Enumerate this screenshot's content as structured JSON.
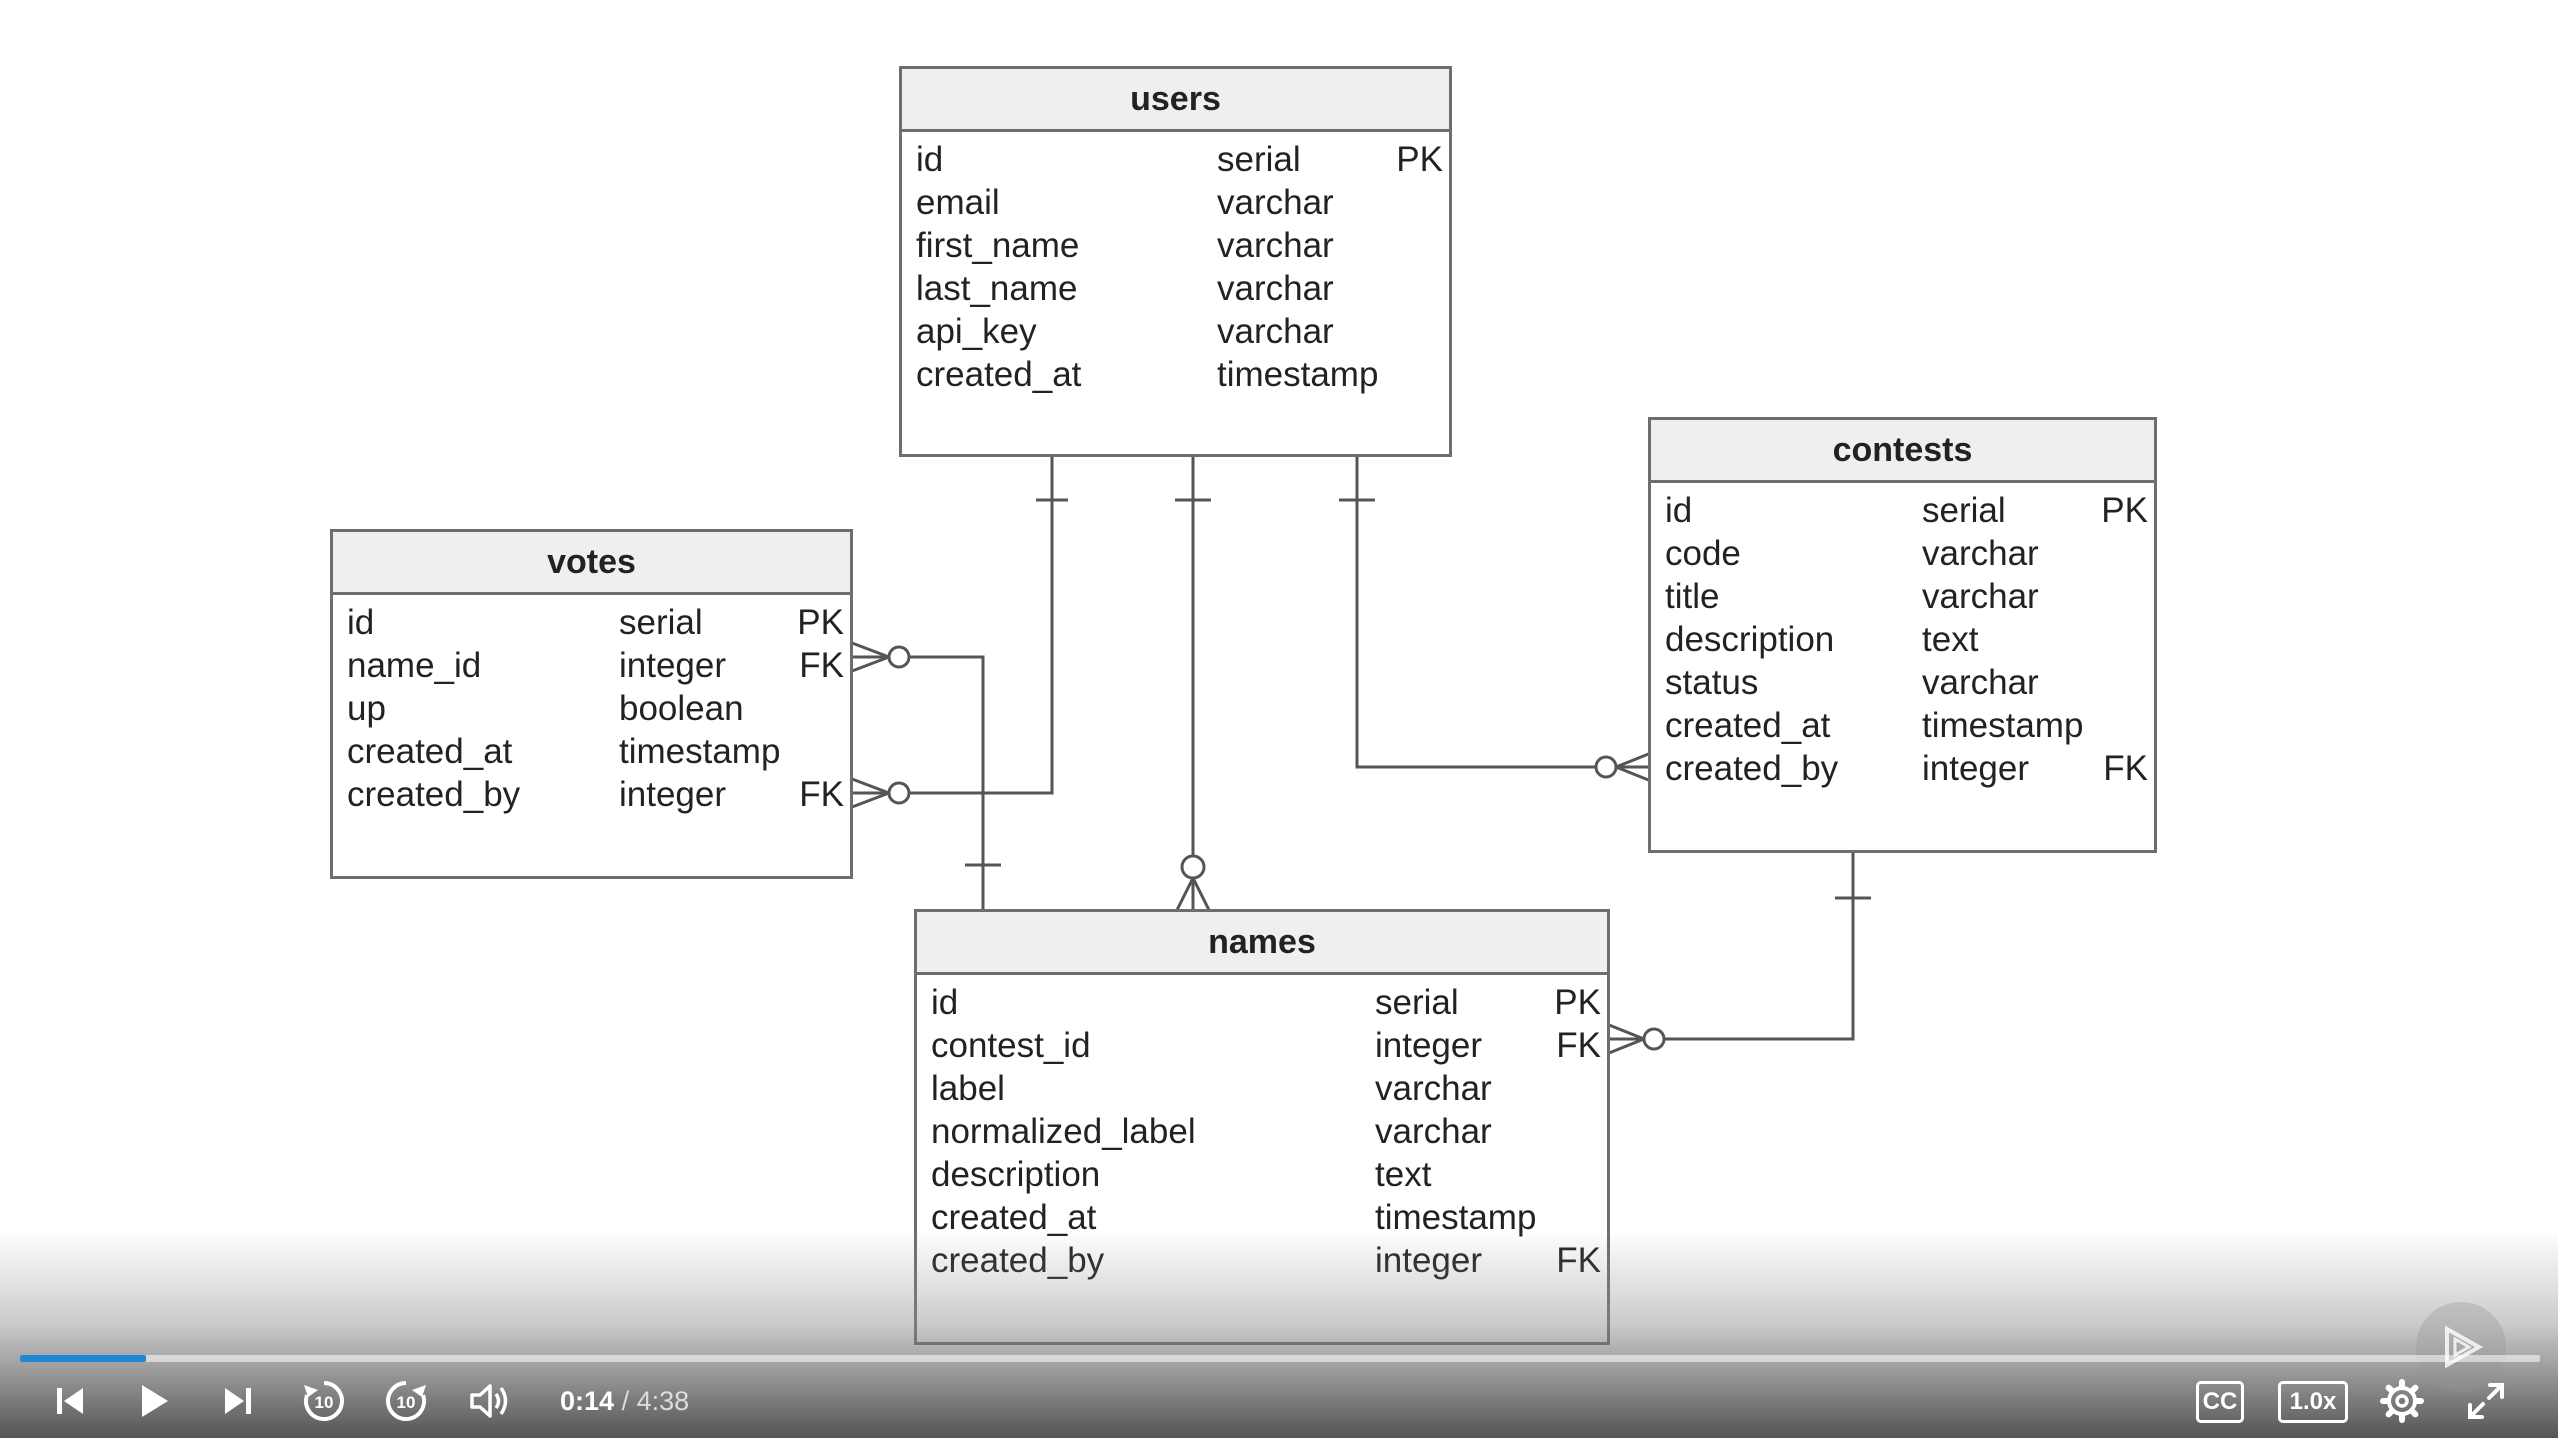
{
  "diagram": {
    "entities": {
      "users": {
        "title": "users",
        "rows": [
          {
            "name": "id",
            "type": "serial",
            "key": "PK"
          },
          {
            "name": "email",
            "type": "varchar",
            "key": ""
          },
          {
            "name": "first_name",
            "type": "varchar",
            "key": ""
          },
          {
            "name": "last_name",
            "type": "varchar",
            "key": ""
          },
          {
            "name": "api_key",
            "type": "varchar",
            "key": ""
          },
          {
            "name": "created_at",
            "type": "timestamp",
            "key": ""
          }
        ]
      },
      "contests": {
        "title": "contests",
        "rows": [
          {
            "name": "id",
            "type": "serial",
            "key": "PK"
          },
          {
            "name": "code",
            "type": "varchar",
            "key": ""
          },
          {
            "name": "title",
            "type": "varchar",
            "key": ""
          },
          {
            "name": "description",
            "type": "text",
            "key": ""
          },
          {
            "name": "status",
            "type": "varchar",
            "key": ""
          },
          {
            "name": "created_at",
            "type": "timestamp",
            "key": ""
          },
          {
            "name": "created_by",
            "type": "integer",
            "key": "FK"
          }
        ]
      },
      "votes": {
        "title": "votes",
        "rows": [
          {
            "name": "id",
            "type": "serial",
            "key": "PK"
          },
          {
            "name": "name_id",
            "type": "integer",
            "key": "FK"
          },
          {
            "name": "up",
            "type": "boolean",
            "key": ""
          },
          {
            "name": "created_at",
            "type": "timestamp",
            "key": ""
          },
          {
            "name": "created_by",
            "type": "integer",
            "key": "FK"
          }
        ]
      },
      "names": {
        "title": "names",
        "rows": [
          {
            "name": "id",
            "type": "serial",
            "key": "PK"
          },
          {
            "name": "contest_id",
            "type": "integer",
            "key": "FK"
          },
          {
            "name": "label",
            "type": "varchar",
            "key": ""
          },
          {
            "name": "normalized_label",
            "type": "varchar",
            "key": ""
          },
          {
            "name": "description",
            "type": "text",
            "key": ""
          },
          {
            "name": "created_at",
            "type": "timestamp",
            "key": ""
          },
          {
            "name": "created_by",
            "type": "integer",
            "key": "FK"
          }
        ]
      }
    },
    "relationships": [
      {
        "from": "users",
        "to": "votes",
        "from_end": "one",
        "to_end": "zero-or-many"
      },
      {
        "from": "users",
        "to": "names",
        "from_end": "one",
        "to_end": "zero-or-many"
      },
      {
        "from": "users",
        "to": "contests",
        "from_end": "one",
        "to_end": "zero-or-many"
      },
      {
        "from": "names",
        "to": "votes",
        "from_end": "one",
        "to_end": "zero-or-many"
      },
      {
        "from": "contests",
        "to": "names",
        "from_end": "one",
        "to_end": "zero-or-many"
      }
    ]
  },
  "player": {
    "current_time": "0:14",
    "separator": "/",
    "duration": "4:38",
    "progress_fraction": 0.05,
    "cc_label": "CC",
    "speed_label": "1.0x",
    "rewind_seconds": "10",
    "forward_seconds": "10",
    "accent_color": "#1e88d3",
    "icons": [
      "skip-back-icon",
      "play-icon",
      "skip-forward-icon",
      "rewind-10-icon",
      "forward-10-icon",
      "volume-icon",
      "closed-captions-icon",
      "playback-speed-icon",
      "settings-gear-icon",
      "fullscreen-icon",
      "brand-watermark-icon"
    ]
  }
}
